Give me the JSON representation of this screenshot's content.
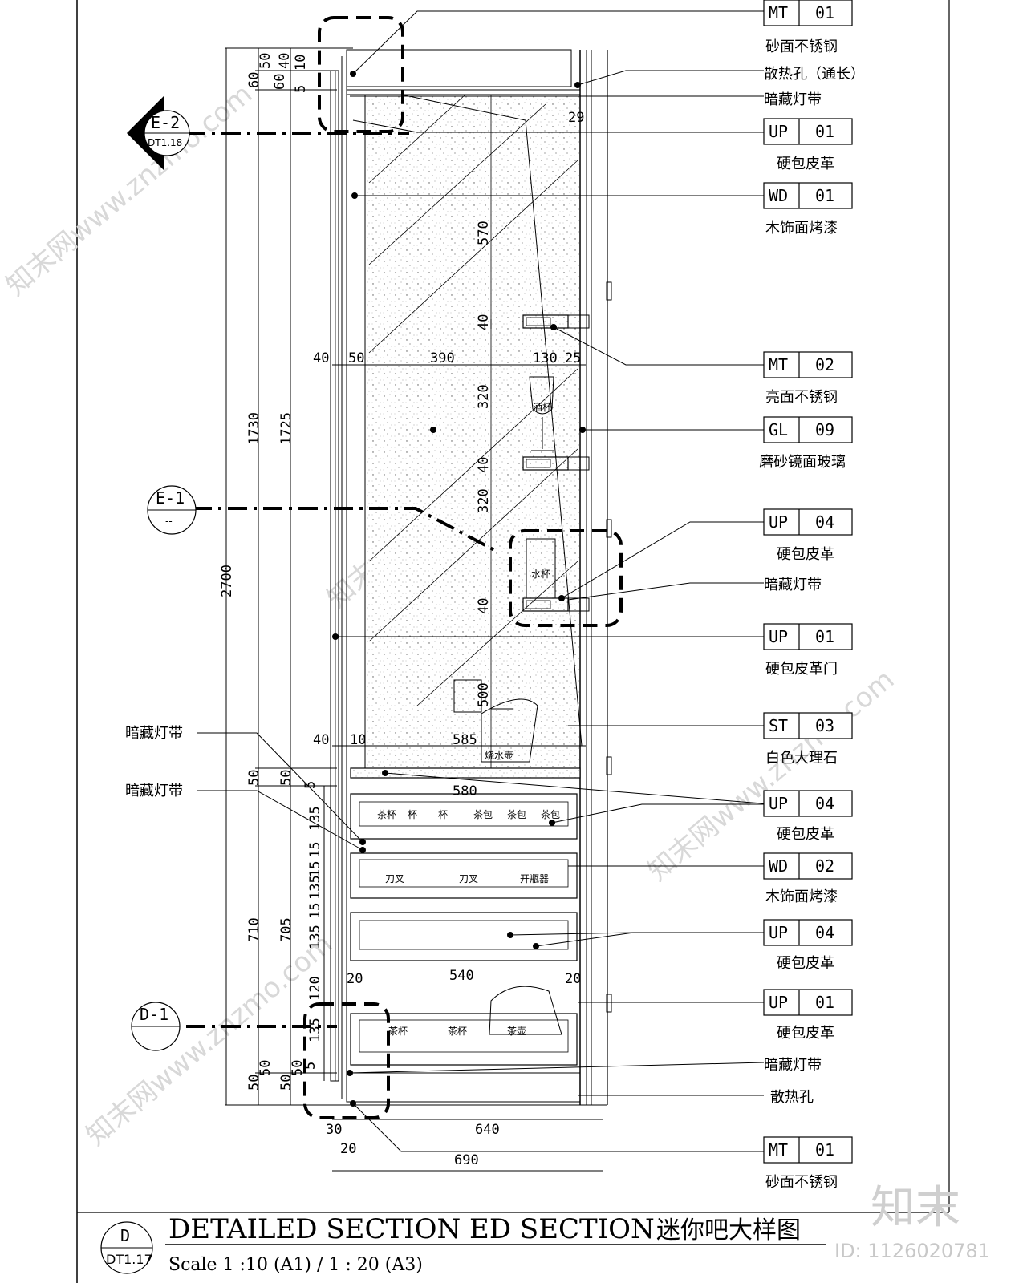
{
  "title": {
    "english": "DETAILED SECTION ED SECTION",
    "chinese": "迷你吧大样图",
    "scale": "Scale 1 :10 (A1) / 1 : 20 (A3)",
    "symbol_letter": "D",
    "symbol_ref": "DT1.17"
  },
  "section_markers": [
    {
      "label": "E-2",
      "ref": "DT1.18"
    },
    {
      "label": "E-1",
      "ref": "--"
    },
    {
      "label": "D-1",
      "ref": "--"
    }
  ],
  "material_tags": [
    {
      "code": "MT",
      "num": "01",
      "desc": "砂面不锈钢"
    },
    {
      "code": "",
      "num": "",
      "desc": "散热孔（通长）"
    },
    {
      "code": "",
      "num": "",
      "desc": "暗藏灯带"
    },
    {
      "code": "UP",
      "num": "01",
      "desc": "硬包皮革"
    },
    {
      "code": "WD",
      "num": "01",
      "desc": "木饰面烤漆"
    },
    {
      "code": "MT",
      "num": "02",
      "desc": "亮面不锈钢"
    },
    {
      "code": "GL",
      "num": "09",
      "desc": "磨砂镜面玻璃"
    },
    {
      "code": "UP",
      "num": "04",
      "desc": "硬包皮革"
    },
    {
      "code": "",
      "num": "",
      "desc": "暗藏灯带"
    },
    {
      "code": "UP",
      "num": "01",
      "desc": "硬包皮革门"
    },
    {
      "code": "ST",
      "num": "03",
      "desc": "白色大理石"
    },
    {
      "code": "UP",
      "num": "04",
      "desc": "硬包皮革"
    },
    {
      "code": "WD",
      "num": "02",
      "desc": "木饰面烤漆"
    },
    {
      "code": "UP",
      "num": "04",
      "desc": "硬包皮革"
    },
    {
      "code": "UP",
      "num": "01",
      "desc": "硬包皮革"
    },
    {
      "code": "",
      "num": "",
      "desc": "暗藏灯带"
    },
    {
      "code": "",
      "num": "",
      "desc": "散热孔"
    },
    {
      "code": "MT",
      "num": "01",
      "desc": "砂面不锈钢"
    }
  ],
  "left_notes": [
    "暗藏灯带",
    "暗藏灯带"
  ],
  "dimensions": {
    "overall": "2700",
    "upper": [
      "1730",
      "1725"
    ],
    "lower": [
      "710",
      "705"
    ],
    "top_small": [
      "60",
      "50",
      "40",
      "10",
      "60",
      "5"
    ],
    "bottom_small": [
      "50",
      "50",
      "50",
      "50",
      "5"
    ],
    "mid_small": [
      "50",
      "50",
      "5"
    ],
    "drawer": [
      "135",
      "15",
      "15",
      "135",
      "15",
      "135",
      "120",
      "135"
    ],
    "shelf_vertical": [
      "570",
      "40",
      "320",
      "40",
      "320",
      "40",
      "500"
    ],
    "row1": [
      "40",
      "50",
      "390",
      "130",
      "25"
    ],
    "row2": [
      "40",
      "10",
      "585"
    ],
    "row3": "580",
    "row4": [
      "20",
      "540",
      "20"
    ],
    "misc": "29",
    "bottom": [
      "30",
      "20",
      "640",
      "690"
    ]
  },
  "item_labels": {
    "wine_glass": "酒杯",
    "water_glass": "水杯",
    "kettle": "烧水壶",
    "tray1": [
      "茶杯",
      "杯",
      "杯",
      "茶包",
      "茶包",
      "茶包"
    ],
    "tray2": [
      "刀叉",
      "刀叉",
      "开瓶器"
    ],
    "tray3": [
      "茶杯",
      "茶杯",
      "茶壶"
    ]
  },
  "watermark": {
    "site": "知末网www.znzmo.com",
    "brand": "知末",
    "id": "ID: 1126020781"
  }
}
